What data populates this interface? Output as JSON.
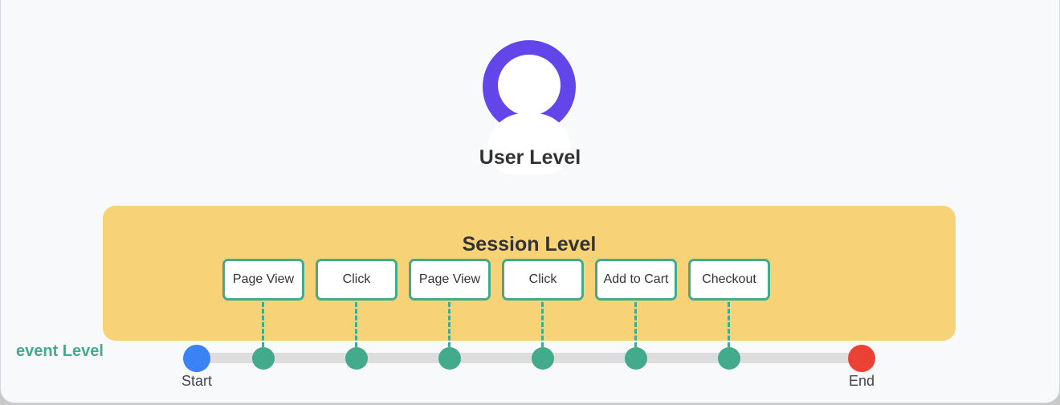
{
  "user_level": {
    "title": "User Level"
  },
  "session_level": {
    "title": "Session Level"
  },
  "event_level": {
    "label": "event Level",
    "start_label": "Start",
    "end_label": "End",
    "events": [
      {
        "label": "Page View"
      },
      {
        "label": "Click"
      },
      {
        "label": "Page View"
      },
      {
        "label": "Click"
      },
      {
        "label": "Add to Cart"
      },
      {
        "label": "Checkout"
      }
    ]
  },
  "colors": {
    "avatar": "#6246ea",
    "session_panel": "#f8d276",
    "event_green": "#43aa8b",
    "start": "#3b82f6",
    "end": "#ea4335"
  },
  "icons": {
    "user": "user-avatar-icon"
  }
}
